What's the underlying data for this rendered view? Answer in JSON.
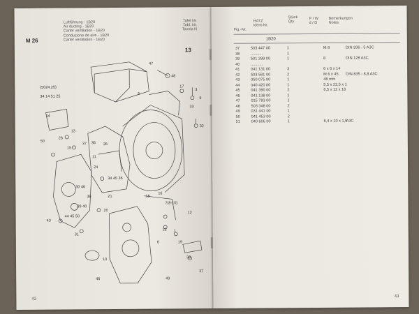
{
  "left_page": {
    "heading_lines": [
      "Luftführung - 1B20",
      "Air ducting - 1B20",
      "Carter ventilation - 1B20",
      "Conduzione de aire - 1B20",
      "Carter ventilation - 1B20"
    ],
    "section_code": "M 26",
    "tafel_lines": [
      "Tafel Nr.",
      "Tabl. Nr.",
      "Tavola N"
    ],
    "tafel_number": "13",
    "page_number": "42",
    "diagram": {
      "callouts": [
        "47",
        "48",
        "17",
        "3",
        "9",
        "5",
        "32",
        "33",
        "13",
        "14",
        "34 14 51 25",
        "(5024.25)",
        "50",
        "15",
        "26",
        "37",
        "36",
        "35",
        "11",
        "24",
        "34 45 36",
        "30 46",
        "38",
        "39 40",
        "21",
        "20",
        "18",
        "16",
        "7(8-10)",
        "12",
        "1",
        "19",
        "43",
        "44 45 50",
        "31",
        "22",
        "6",
        "33",
        "46",
        "37",
        "49",
        "10"
      ]
    }
  },
  "right_page": {
    "headers": {
      "fig": "Fig.-Nr.",
      "hatz_lines": [
        "HATZ",
        "Ident-Nr."
      ],
      "qty_lines": [
        "Stück",
        "Qty"
      ],
      "pw_lines": [
        "P / W",
        "d / D"
      ],
      "rem_lines": [
        "Bemerkungen",
        "Notes"
      ]
    },
    "group_label": "1B20",
    "page_number": "43",
    "rows": [
      {
        "pos": "37",
        "id": "503 447 00",
        "qty": "1",
        "rem1": "M 8",
        "rem2": "DIN 936 - 5 A3C"
      },
      {
        "pos": "38",
        "id": "...........",
        "qty": "1",
        "rem1": "",
        "rem2": ""
      },
      {
        "pos": "39",
        "id": "501 299 00",
        "qty": "1",
        "rem1": "8",
        "rem2": "DIN 128 A3C"
      },
      {
        "pos": "40",
        "id": "...........",
        "qty": "",
        "rem1": "",
        "rem2": ""
      },
      {
        "pos": "41",
        "id": "041 131 00",
        "qty": "3",
        "rem1": "6 x 6 x 14",
        "rem2": ""
      },
      {
        "pos": "42",
        "id": "503 581 00",
        "qty": "2",
        "rem1": "M 6 x 45",
        "rem2": "DIN 835 - 8,8 A3C"
      },
      {
        "pos": "43",
        "id": "050 075 00",
        "qty": "1",
        "rem1": "48 mm",
        "rem2": ""
      },
      {
        "pos": "44",
        "id": "040 420 00",
        "qty": "1",
        "rem1": "5,5 x 22,5 x 1",
        "rem2": ""
      },
      {
        "pos": "45",
        "id": "041 390 00",
        "qty": "2",
        "rem1": "6,5 x 12 x 16",
        "rem2": ""
      },
      {
        "pos": "46",
        "id": "041 138 00",
        "qty": "1",
        "rem1": "",
        "rem2": ""
      },
      {
        "pos": "47",
        "id": "015 793 00",
        "qty": "1",
        "rem1": "",
        "rem2": ""
      },
      {
        "pos": "48",
        "id": "503 348 00",
        "qty": "2",
        "rem1": "",
        "rem2": ""
      },
      {
        "pos": "49",
        "id": "031 441 00",
        "qty": "1",
        "rem1": "",
        "rem2": ""
      },
      {
        "pos": "50",
        "id": "041 453 00",
        "qty": "2",
        "rem1": "",
        "rem2": ""
      },
      {
        "pos": "51",
        "id": "040 606 00",
        "qty": "1",
        "rem1": "6,4 x 10 x 1,5",
        "rem2": "A3C"
      }
    ]
  }
}
